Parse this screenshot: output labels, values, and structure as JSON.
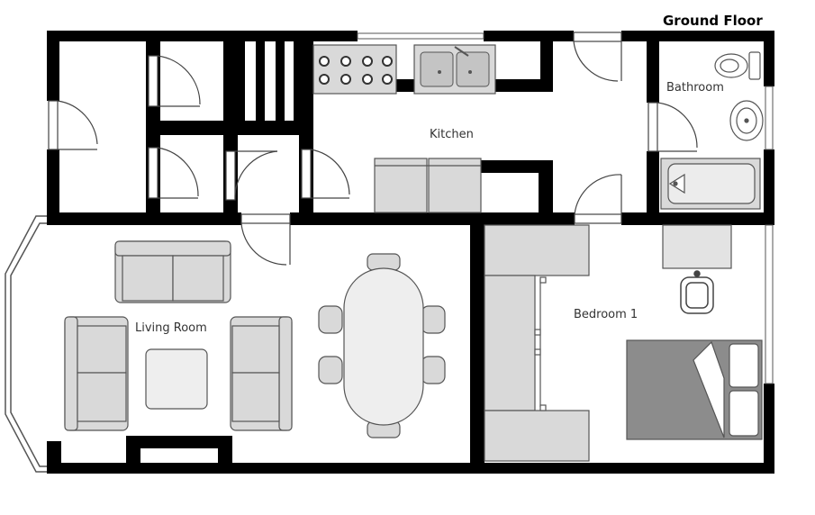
{
  "header": {
    "title": "Ground Floor"
  },
  "rooms": {
    "kitchen": "Kitchen",
    "bathroom": "Bathroom",
    "living_room": "Living Room",
    "bedroom": "Bedroom 1"
  },
  "colors": {
    "wall": "#000000",
    "fixture_fill": "#d9d9d9",
    "fixture_stroke": "#555555",
    "bed_cover": "#8c8c8c",
    "floor": "#ffffff"
  }
}
